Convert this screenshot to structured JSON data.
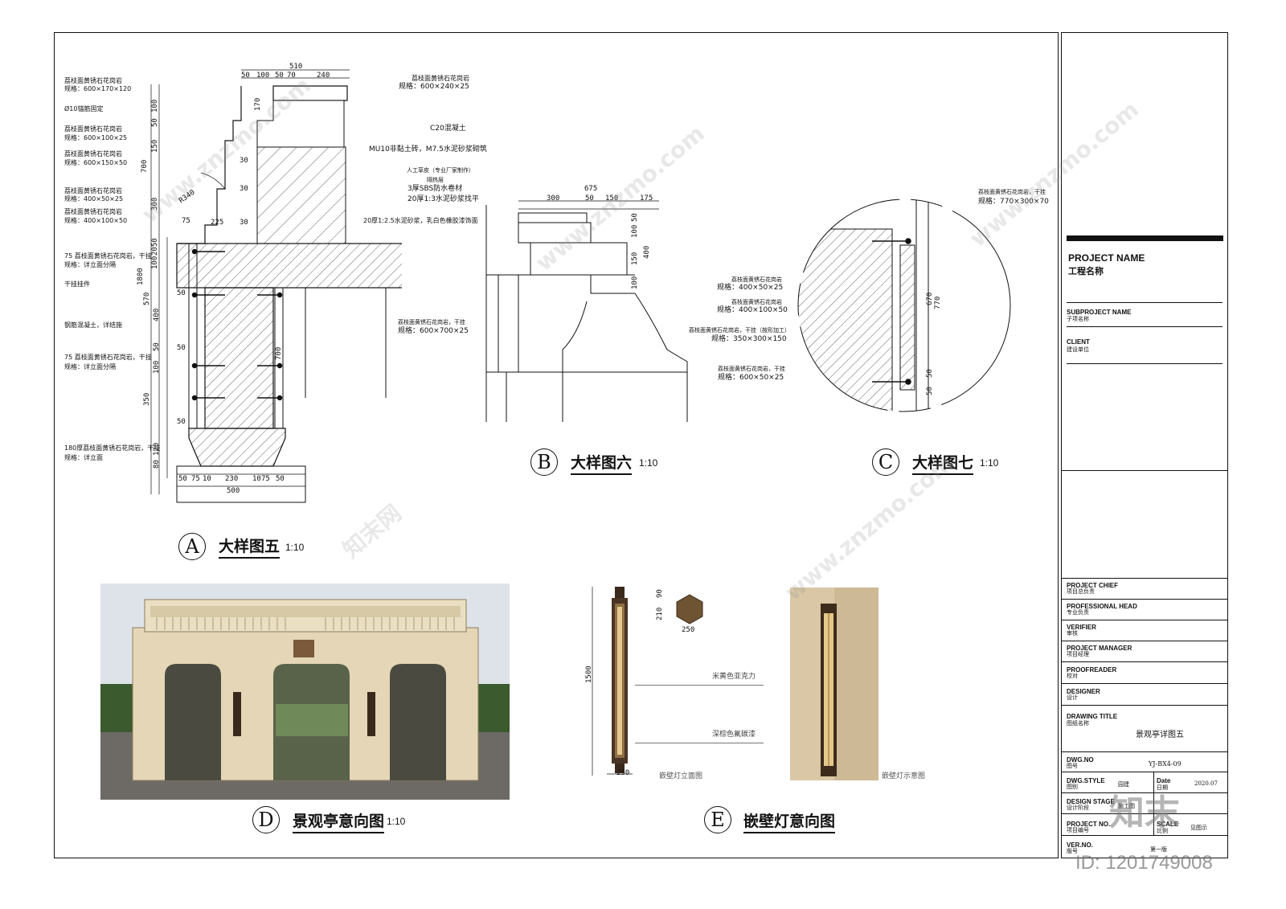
{
  "detail_a": {
    "letter": "A",
    "title": "大样图五",
    "scale": "1:10",
    "labels_left": [
      "荔枝面黄锈石花岗岩",
      "规格：600×170×120",
      "Ø10锚筋固定",
      "荔枝面黄锈石花岗岩",
      "规格：600×100×25",
      "荔枝面黄锈石花岗岩",
      "规格：600×150×50",
      "荔枝面黄锈石花岗岩",
      "规格：400×50×25",
      "荔枝面黄锈石花岗岩",
      "规格：400×100×50",
      "75 荔枝面黄锈石花岗岩，干挂",
      "规格：详立面分隔",
      "干挂挂件",
      "钢筋混凝土，详结施",
      "75 荔枝面黄锈石花岗岩，干挂",
      "规格：详立面分隔",
      "180厚荔枝面黄锈石花岗岩，干挂",
      "规格：详立面"
    ],
    "labels_right": [
      "荔枝面黄锈石花岗岩",
      "规格：600×240×25",
      "C20混凝土",
      "MU10非黏土砖，M7.5水泥砂浆砌筑",
      "人工草皮（专业厂家制作）",
      "隔热层",
      "3厚SBS防水卷材",
      "20厚1:3水泥砂浆找平",
      "20厚1:2.5水泥砂浆，乳白色橡胶漆饰面",
      "荔枝面黄锈石花岗岩，干挂",
      "规格：600×700×25"
    ],
    "dims_top": [
      "510",
      "50",
      "100",
      "50",
      "70",
      "240"
    ],
    "dims_left": [
      "100",
      "50",
      "150",
      "700",
      "300",
      "2050",
      "100",
      "1800",
      "570",
      "400",
      "50",
      "100",
      "350",
      "120",
      "80"
    ],
    "dims_misc": [
      "R340",
      "75",
      "225",
      "170",
      "30",
      "30",
      "30",
      "50",
      "50",
      "50",
      "700"
    ],
    "dims_bottom": [
      "50",
      "75",
      "10",
      "230",
      "10",
      "75",
      "50",
      "500"
    ]
  },
  "detail_b": {
    "letter": "B",
    "title": "大样图六",
    "scale": "1:10",
    "dims_top": [
      "675",
      "300",
      "50",
      "150",
      "175"
    ],
    "dims_right": [
      "50",
      "100",
      "150",
      "400",
      "100"
    ],
    "labels": [
      "荔枝面黄锈石花岗岩",
      "规格：400×50×25",
      "荔枝面黄锈石花岗岩",
      "规格：400×100×50",
      "荔枝面黄锈石花岗岩，干挂（按形加工）",
      "规格：350×300×150",
      "荔枝面黄锈石花岗岩，干挂",
      "规格：600×50×25"
    ]
  },
  "detail_c": {
    "letter": "C",
    "title": "大样图七",
    "scale": "1:10",
    "labels": [
      "荔枝面黄锈石花岗岩，干挂",
      "规格：770×300×70"
    ],
    "dims": [
      "670",
      "770",
      "50",
      "50"
    ]
  },
  "detail_d": {
    "letter": "D",
    "title": "景观亭意向图",
    "scale": "1:10"
  },
  "detail_e": {
    "letter": "E",
    "title": "嵌壁灯意向图",
    "dims": [
      "210",
      "90",
      "250",
      "1500",
      "250"
    ],
    "labels": [
      "米黄色亚克力",
      "深棕色氟碳漆"
    ],
    "view_front": "嵌壁灯立面图",
    "view_photo": "嵌壁灯示意图"
  },
  "title_block": {
    "project_name_en": "PROJECT NAME",
    "project_name_cn": "工程名称",
    "subproject_en": "SUBPROJECT NAME",
    "subproject_cn": "子项名称",
    "client_en": "CLIENT",
    "client_cn": "建设单位",
    "project_chief_en": "PROJECT CHIEF",
    "project_chief_cn": "项目总负责",
    "professional_head_en": "PROFESSIONAL HEAD",
    "professional_head_cn": "专业负责",
    "verifier_en": "VERIFIER",
    "verifier_cn": "审核",
    "project_manager_en": "PROJECT MANAGER",
    "project_manager_cn": "项目经理",
    "proofreader_en": "PROOFREADER",
    "proofreader_cn": "校对",
    "designer_en": "DESIGNER",
    "designer_cn": "设计",
    "drawing_title_en": "DRAWING TITLE",
    "drawing_title_cn": "图纸名称",
    "drawing_title_value": "景观亭详图五",
    "dwg_no_en": "DWG.NO",
    "dwg_no_cn": "图号",
    "dwg_no_value": "YJ-BX4-09",
    "dwg_style_en": "DWG.STYLE",
    "dwg_style_cn": "图别",
    "dwg_style_value": "园建",
    "date_en": "Date",
    "date_cn": "日期",
    "date_value": "2020.07",
    "design_stage_en": "DESIGN STAGE",
    "design_stage_cn": "设计阶段",
    "design_stage_value": "施工图",
    "project_no_en": "PROJECT NO.",
    "project_no_cn": "项目编号",
    "scale_en": "SCALE",
    "scale_cn": "比例",
    "scale_value": "见图示",
    "ver_no_en": "VER.NO.",
    "ver_no_cn": "版号",
    "sheet_value": "第一版"
  },
  "watermark": {
    "brand": "知末",
    "id_text": "ID: 1201749008",
    "site": "www.znzmo.com",
    "site_cn": "知末网"
  }
}
